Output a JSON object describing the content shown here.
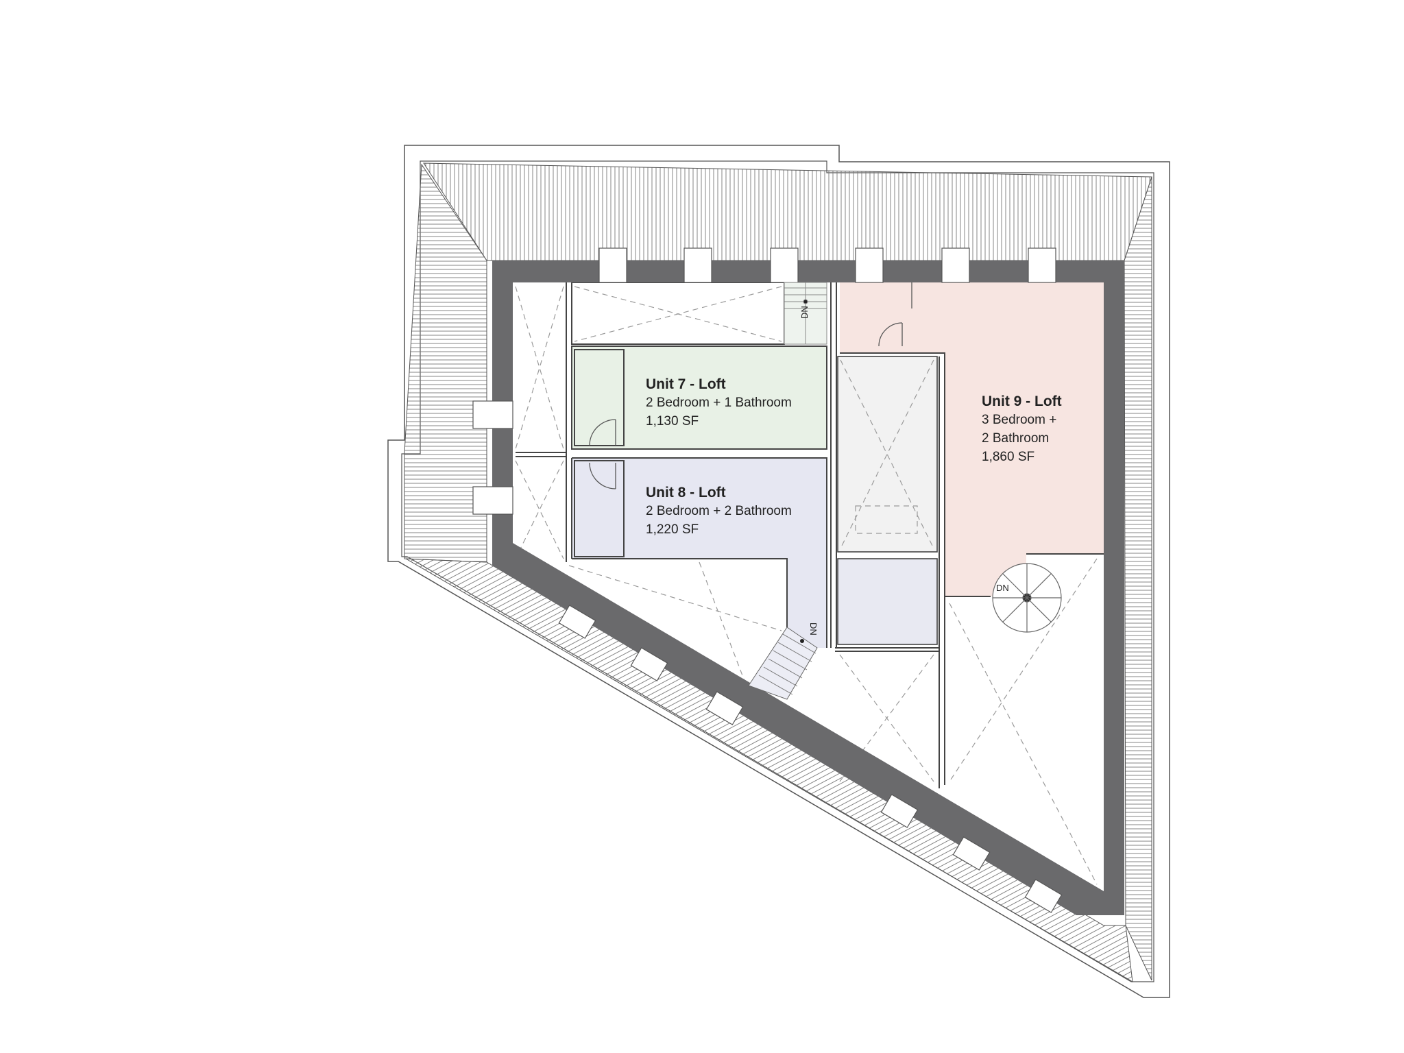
{
  "units": [
    {
      "name": "Unit 7 - Loft",
      "lines": [
        "2 Bedroom + 1 Bathroom",
        "1,130 SF"
      ],
      "color": "#e8f1e6"
    },
    {
      "name": "Unit 8 - Loft",
      "lines": [
        "2 Bedroom + 2 Bathroom",
        "1,220 SF"
      ],
      "color": "#e6e7f2"
    },
    {
      "name": "Unit 9 - Loft",
      "lines": [
        "3 Bedroom +",
        "2 Bathroom",
        "1,860 SF"
      ],
      "color": "#f7e5e1"
    }
  ],
  "stair_labels": {
    "north": "DN",
    "south": "DN",
    "spiral": "DN"
  },
  "colors": {
    "wall": "#6a6a6c",
    "roof_hatch": "#666666",
    "neutral_room": "#f2f2f2"
  }
}
